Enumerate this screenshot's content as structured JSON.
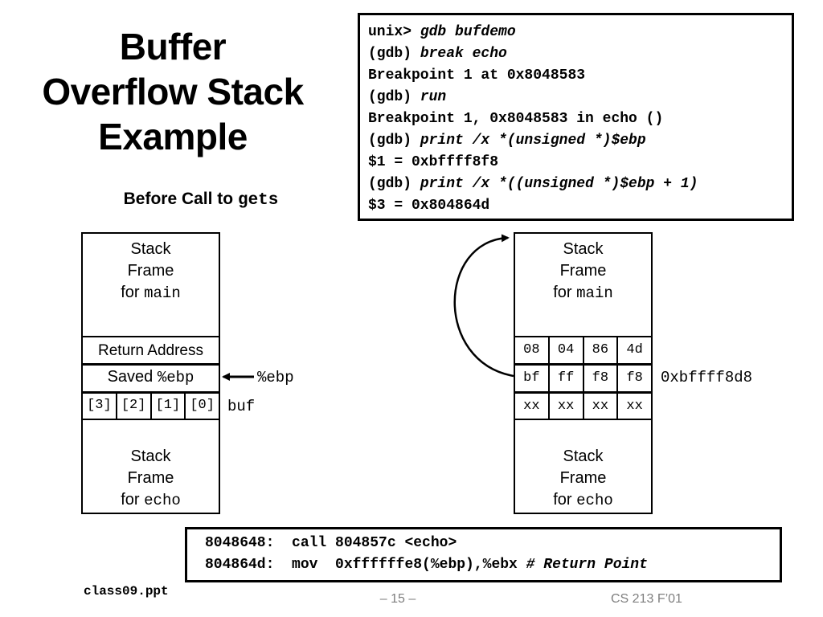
{
  "title": {
    "line1": "Buffer",
    "line2": "Overflow Stack",
    "line3": "Example"
  },
  "subtitle": {
    "text": "Before Call to ",
    "code": "gets"
  },
  "gdb": {
    "lines": [
      {
        "prefix": "unix> ",
        "cmd": "gdb bufdemo"
      },
      {
        "prefix": "(gdb) ",
        "cmd": "break echo"
      },
      {
        "prefix": "Breakpoint 1 at 0x8048583",
        "cmd": ""
      },
      {
        "prefix": "(gdb) ",
        "cmd": "run"
      },
      {
        "prefix": "Breakpoint 1, 0x8048583 in echo ()",
        "cmd": ""
      },
      {
        "prefix": "(gdb) ",
        "cmd": "print /x *(unsigned *)$ebp"
      },
      {
        "prefix": "$1 = 0xbffff8f8",
        "cmd": ""
      },
      {
        "prefix": "(gdb) ",
        "cmd": "print /x *((unsigned *)$ebp + 1)"
      },
      {
        "prefix": "$3 = 0x804864d",
        "cmd": ""
      }
    ]
  },
  "left_stack": {
    "main_frame": {
      "line1": "Stack",
      "line2": "Frame",
      "line3_text": "for ",
      "line3_code": "main"
    },
    "return_address": "Return Address",
    "saved_ebp": {
      "text": "Saved ",
      "code": "%ebp"
    },
    "buf_cells": [
      "[3]",
      "[2]",
      "[1]",
      "[0]"
    ],
    "echo_frame": {
      "line1": "Stack",
      "line2": "Frame",
      "line3_text": "for ",
      "line3_code": "echo"
    },
    "ebp_label": "%ebp",
    "buf_label": "buf"
  },
  "right_stack": {
    "main_frame": {
      "line1": "Stack",
      "line2": "Frame",
      "line3_text": "for ",
      "line3_code": "main"
    },
    "return_bytes": [
      "08",
      "04",
      "86",
      "4d"
    ],
    "ebp_bytes": [
      "bf",
      "ff",
      "f8",
      "f8"
    ],
    "buf_bytes": [
      "xx",
      "xx",
      "xx",
      "xx"
    ],
    "echo_frame": {
      "line1": "Stack",
      "line2": "Frame",
      "line3_text": "for ",
      "line3_code": "echo"
    },
    "address_label": "0xbffff8d8"
  },
  "asm": {
    "line1": "8048648:  call 804857c <echo>",
    "line2_code": "804864d:  mov  0xffffffe8(%ebp),%ebx ",
    "line2_comment": "# Return Point"
  },
  "footer": {
    "file": "class09.ppt",
    "page": "– 15 –",
    "course": "CS 213 F’01"
  }
}
